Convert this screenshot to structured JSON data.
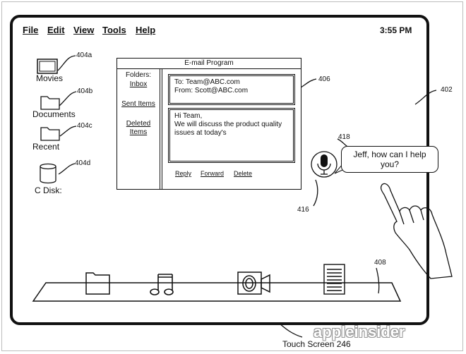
{
  "menu": {
    "file": "File",
    "edit": "Edit",
    "view": "View",
    "tools": "Tools",
    "help": "Help",
    "time": "3:55 PM"
  },
  "desktop_icons": [
    {
      "label": "Movies",
      "ref": "404a",
      "icon": "monitor-icon"
    },
    {
      "label": "Documents",
      "ref": "404b",
      "icon": "folder-icon"
    },
    {
      "label": "Recent",
      "ref": "404c",
      "icon": "folder-icon"
    },
    {
      "label": "C Disk:",
      "ref": "404d",
      "icon": "disk-icon"
    }
  ],
  "email_window": {
    "title": "E-mail Program",
    "folders_label": "Folders:",
    "folders": [
      "Inbox",
      "Sent Items",
      "Deleted",
      "Items"
    ],
    "to": "To: Team@ABC.com",
    "from": "From: Scott@ABC.com",
    "body": [
      "Hi Team,",
      "We will discuss the product quality",
      "issues at today's"
    ],
    "actions": [
      "Reply",
      "Forward",
      "Delete"
    ]
  },
  "assistant": {
    "bubble": [
      "Jeff, how can I help",
      "you?"
    ]
  },
  "references": {
    "screen": "402",
    "header": "406",
    "bubble": "418",
    "mic": "416",
    "dock": "408"
  },
  "dock_icons": [
    "folder-icon",
    "music-icon",
    "camera-icon",
    "document-icon"
  ],
  "watermark": "appleinsider",
  "caption": "Touch Screen 246"
}
